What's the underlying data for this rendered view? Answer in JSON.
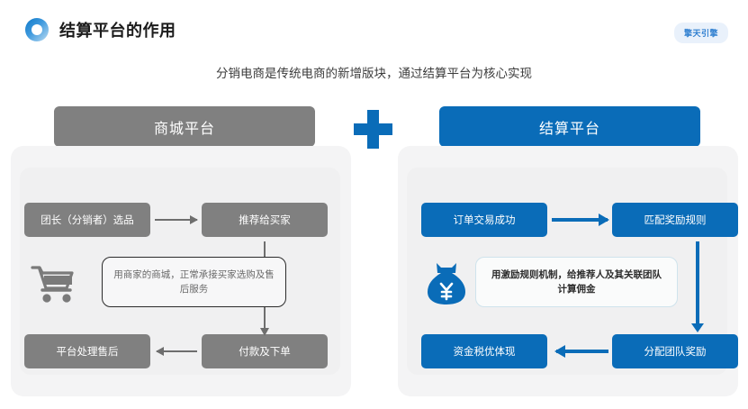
{
  "header": {
    "logo_icon": "blue-ring-icon",
    "title": "结算平台的作用",
    "badge": "擎天引擎",
    "subtitle": "分销电商是传统电商的新增版块，通过结算平台为核心实现"
  },
  "divider": {
    "icon": "plus-icon",
    "color": "#0a6cb8"
  },
  "left_panel": {
    "header": "商城平台",
    "header_color": "#808080",
    "icon": "shopping-cart-icon",
    "note": "用商家的商城，正常承接买家选购及售后服务",
    "boxes": [
      {
        "label": "团长（分销者）选品"
      },
      {
        "label": "推荐给买家"
      },
      {
        "label": "平台处理售后"
      },
      {
        "label": "付款及下单"
      }
    ],
    "arrows": [
      "arrow-right",
      "arrow-down",
      "arrow-left"
    ]
  },
  "right_panel": {
    "header": "结算平台",
    "header_color": "#0a6cb8",
    "icon": "money-bag-yuan-icon",
    "note": "用激励规则机制，给推荐人及其关联团队计算佣金",
    "boxes": [
      {
        "label": "订单交易成功"
      },
      {
        "label": "匹配奖励规则"
      },
      {
        "label": "资金税优体现"
      },
      {
        "label": "分配团队奖励"
      }
    ],
    "arrows": [
      "arrow-right",
      "arrow-down",
      "arrow-left"
    ]
  }
}
